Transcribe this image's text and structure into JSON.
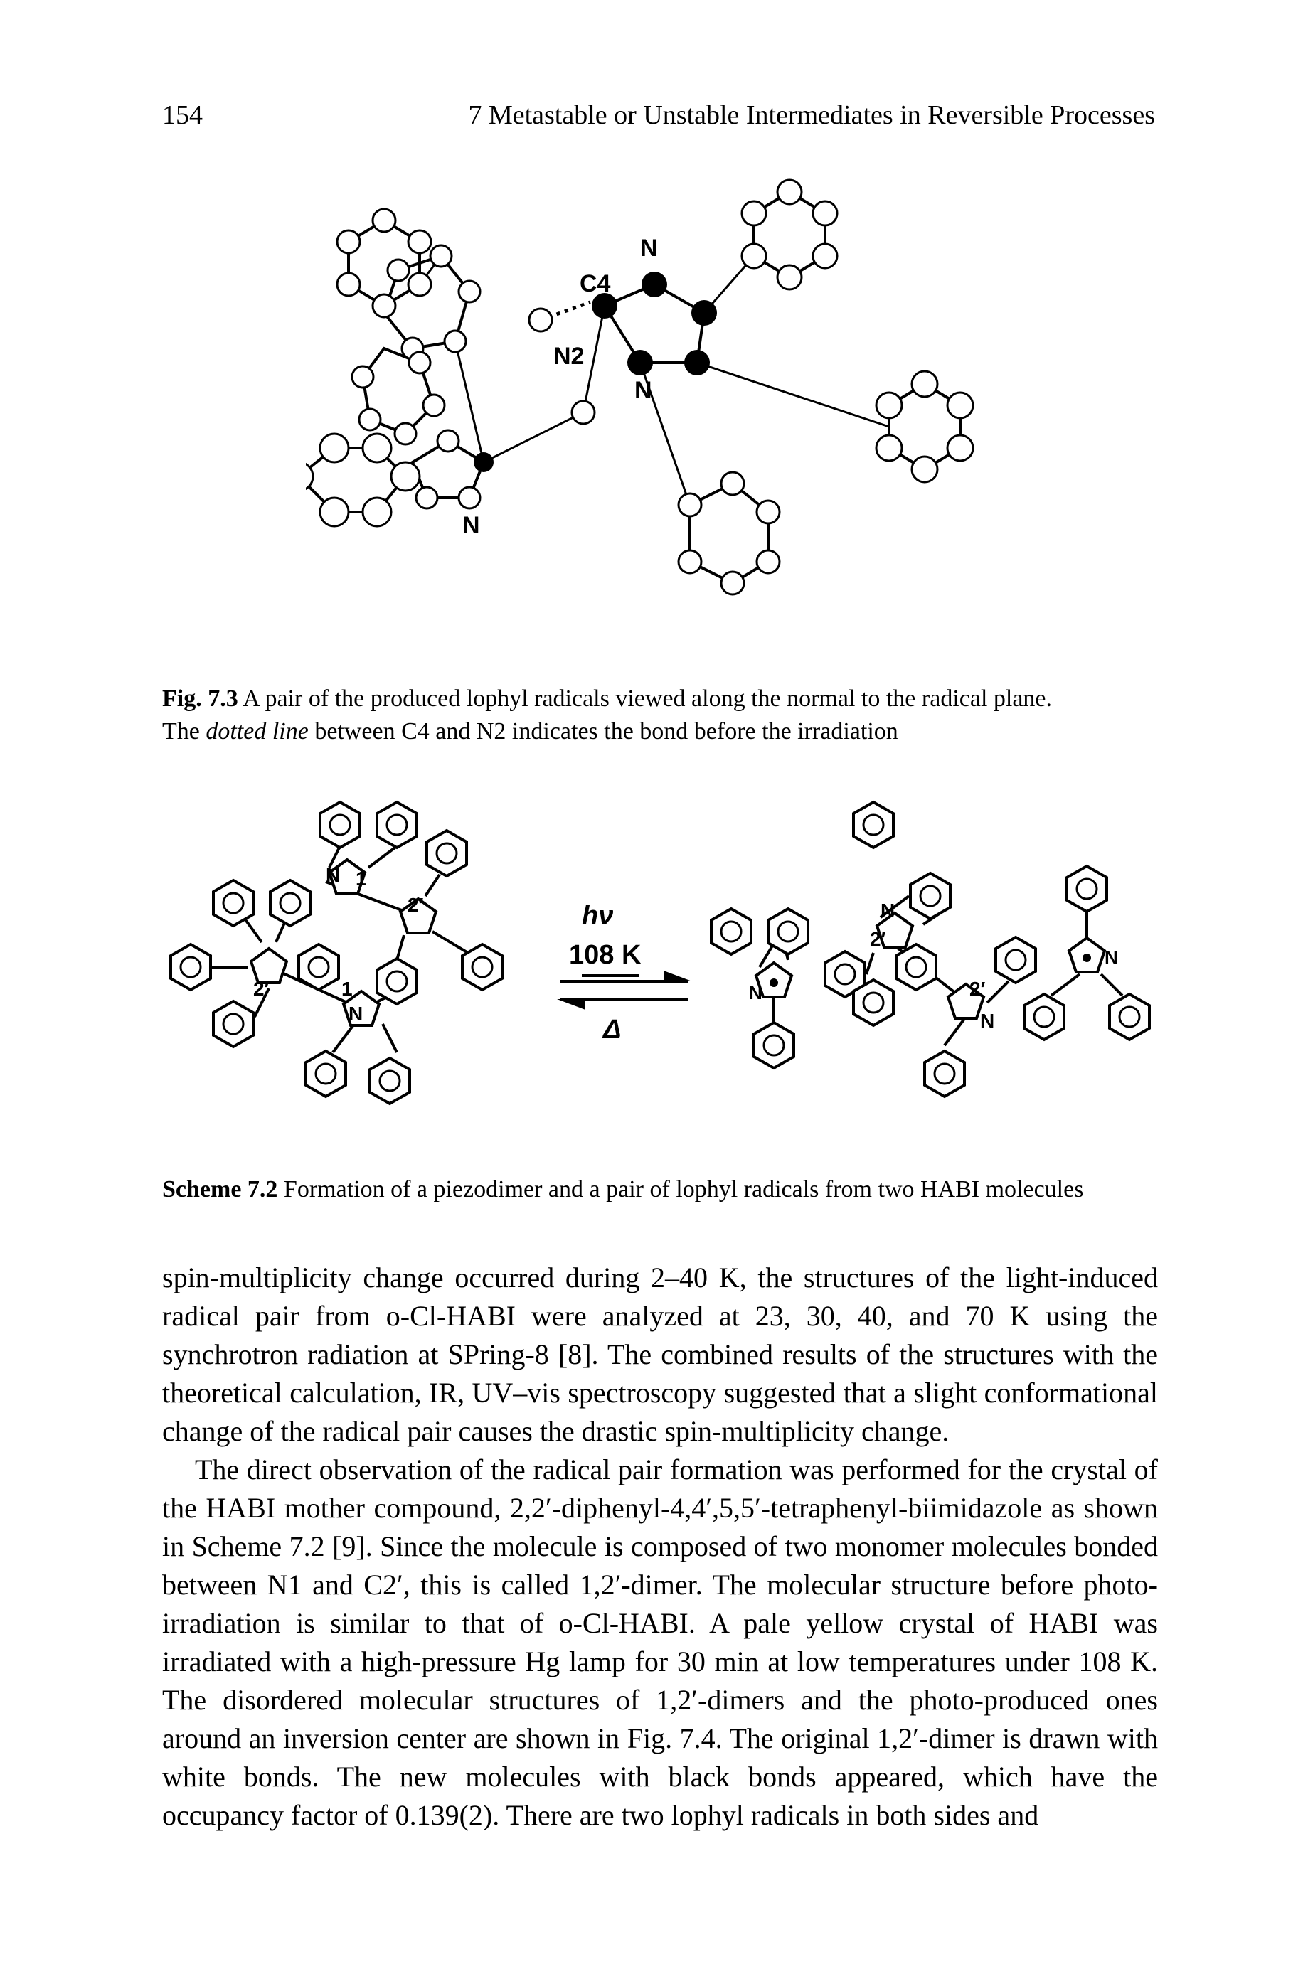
{
  "header": {
    "page_number": "154",
    "running_title": "7 Metastable or Unstable Intermediates in Reversible Processes"
  },
  "figure_7_3": {
    "atom_labels": {
      "c4": "C4",
      "n_top": "N",
      "n2": "N2",
      "n_mid": "N",
      "n_bottom": "N"
    },
    "caption_label": "Fig. 7.3",
    "caption_line1": "A pair of the produced lophyl radicals viewed along the normal to the radical plane.",
    "caption_pre": "The",
    "caption_italic": "dotted line",
    "caption_post": "between C4 and N2 indicates the bond before the irradiation"
  },
  "scheme_7_2": {
    "arrow_top_label": "hν",
    "arrow_top_temp": "108 K",
    "arrow_bottom_label": "Δ",
    "labels": {
      "n": "N",
      "one": "1",
      "two_prime": "2′"
    },
    "caption_label": "Scheme 7.2",
    "caption_text": "Formation of a piezodimer and a pair of lophyl radicals from two HABI molecules"
  },
  "body": {
    "paragraph1": "spin-multiplicity change occurred during 2–40 K, the structures of the light-induced radical pair from o-Cl-HABI were analyzed at 23, 30, 40, and 70 K using the synchrotron radiation at SPring-8 [8]. The combined results of the structures with the theoretical calculation, IR, UV–vis spectroscopy suggested that a slight conformational change of the radical pair causes the drastic spin-multiplicity change.",
    "paragraph2": "The direct observation of the radical pair formation was performed for the crystal of the HABI mother compound, 2,2′-diphenyl-4,4′,5,5′-tetraphenyl-biimidazole as shown in Scheme 7.2 [9]. Since the molecule is composed of two monomer molecules bonded between N1 and C2′, this is called 1,2′-dimer. The molecular structure before photo-irradiation is similar to that of o-Cl-HABI. A pale yellow crystal of HABI was irradiated with a high-pressure Hg lamp for 30 min at low temperatures under 108 K. The disordered molecular structures of 1,2′-dimers and the photo-produced ones around an inversion center are shown in Fig. 7.4. The original 1,2′-dimer is drawn with white bonds. The new molecules with black bonds appeared, which have the occupancy factor of 0.139(2). There are two lophyl radicals in both sides and"
  }
}
